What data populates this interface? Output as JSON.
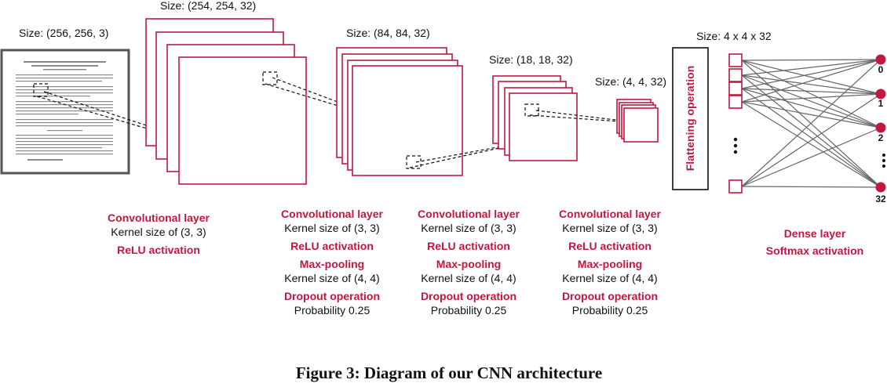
{
  "input": {
    "size": "Size: (256, 256, 3)"
  },
  "conv1": {
    "size": "Size: (254, 254, 32)",
    "ops": [
      "Convolutional layer",
      "Kernel size of (3, 3)",
      "ReLU activation"
    ]
  },
  "conv2": {
    "size": "Size: (84, 84, 32)",
    "ops": [
      "Convolutional layer",
      "Kernel size of (3, 3)",
      "ReLU activation",
      "Max-pooling",
      "Kernel size of (4, 4)",
      "Dropout operation",
      "Probability 0.25"
    ]
  },
  "conv3": {
    "size": "Size: (18, 18, 32)",
    "ops": [
      "Convolutional layer",
      "Kernel size of (3, 3)",
      "ReLU activation",
      "Max-pooling",
      "Kernel size of (4, 4)",
      "Dropout operation",
      "Probability 0.25"
    ]
  },
  "conv4": {
    "size": "Size: (4, 4, 32)",
    "ops": [
      "Convolutional layer",
      "Kernel size of (3, 3)",
      "ReLU activation",
      "Max-pooling",
      "Kernel size of (4, 4)",
      "Dropout operation",
      "Probability 0.25"
    ]
  },
  "flatten": {
    "label": "Flattening operation",
    "size": "Size: 4 x 4 x 32"
  },
  "dense": {
    "labels": [
      "Dense layer",
      "Softmax activation"
    ],
    "outputs": [
      "0",
      "1",
      "2",
      "32"
    ]
  },
  "caption": "Figure 3: Diagram of our CNN architecture",
  "colors": {
    "accent": "#c2173f",
    "text": "#111111",
    "input_border": "#555555"
  }
}
